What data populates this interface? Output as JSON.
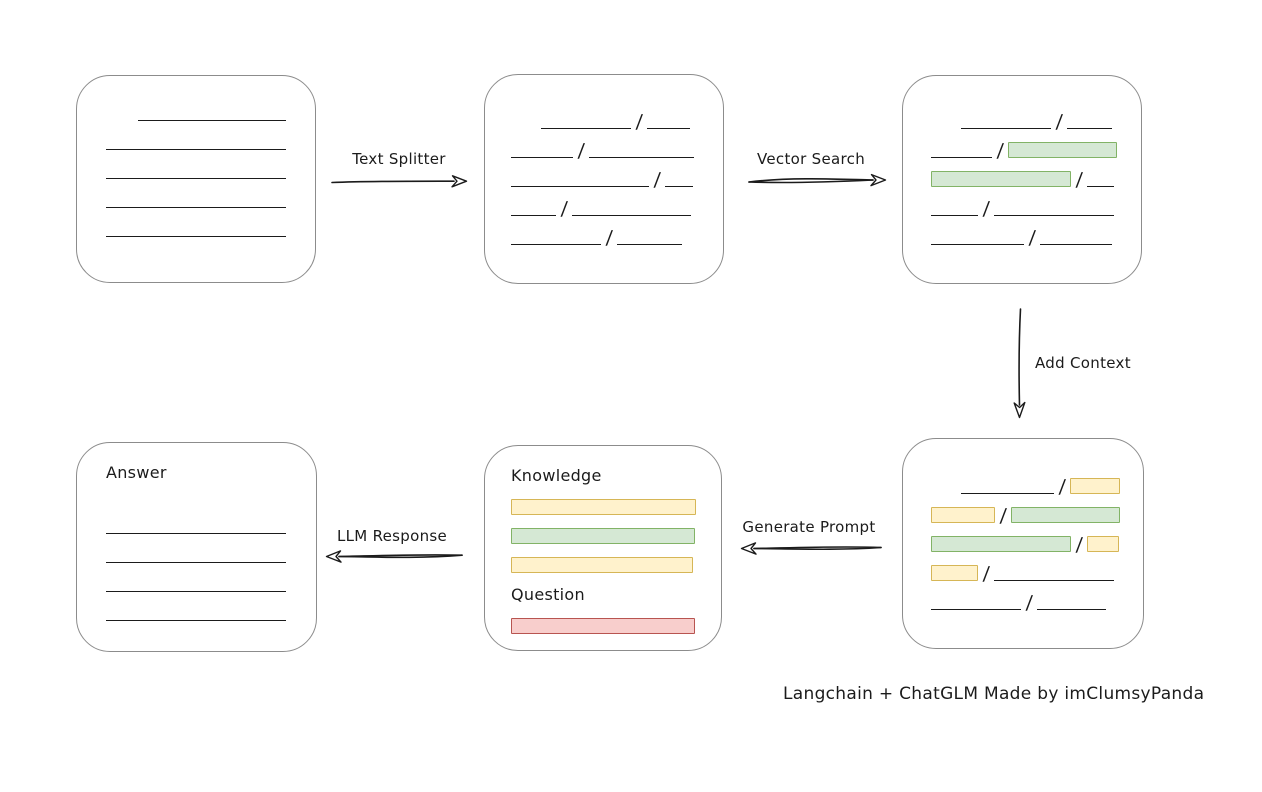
{
  "caption": "Langchain + ChatGLM Made by imClumsyPanda",
  "colors": {
    "green_fill": "#d5e8d4",
    "green_border": "#82b366",
    "yellow_fill": "#fff2cc",
    "yellow_border": "#d6b656",
    "red_fill": "#f8cecc",
    "red_border": "#b85450",
    "box_border": "#8c8c8c",
    "line": "#1b1b1b"
  },
  "arrows": {
    "text_splitter": "Text Splitter",
    "vector_search": "Vector Search",
    "add_context": "Add Context",
    "generate_prompt": "Generate Prompt",
    "llm_response": "LLM Response"
  },
  "boxes": {
    "document": {
      "rows": [
        [
          {
            "t": "indent",
            "w": 32
          },
          {
            "t": "line",
            "w": 148
          }
        ],
        [
          {
            "t": "line",
            "w": 180
          }
        ],
        [
          {
            "t": "line",
            "w": 180
          }
        ],
        [
          {
            "t": "line",
            "w": 180
          }
        ],
        [
          {
            "t": "line",
            "w": 180
          }
        ]
      ]
    },
    "split_text": {
      "rows": [
        [
          {
            "t": "indent",
            "w": 30
          },
          {
            "t": "line",
            "w": 90
          },
          {
            "t": "slash"
          },
          {
            "t": "line",
            "w": 43
          }
        ],
        [
          {
            "t": "line",
            "w": 62
          },
          {
            "t": "slash"
          },
          {
            "t": "line",
            "w": 105
          }
        ],
        [
          {
            "t": "line",
            "w": 138
          },
          {
            "t": "slash"
          },
          {
            "t": "line",
            "w": 28
          }
        ],
        [
          {
            "t": "line",
            "w": 45
          },
          {
            "t": "slash"
          },
          {
            "t": "line",
            "w": 119
          }
        ],
        [
          {
            "t": "line",
            "w": 90
          },
          {
            "t": "slash"
          },
          {
            "t": "line",
            "w": 65
          }
        ]
      ]
    },
    "vector_result": {
      "rows": [
        [
          {
            "t": "indent",
            "w": 30
          },
          {
            "t": "line",
            "w": 90
          },
          {
            "t": "slash"
          },
          {
            "t": "line",
            "w": 45
          }
        ],
        [
          {
            "t": "line",
            "w": 61
          },
          {
            "t": "slash"
          },
          {
            "t": "bar",
            "c": "green",
            "w": 107
          }
        ],
        [
          {
            "t": "bar",
            "c": "green",
            "w": 138
          },
          {
            "t": "slash"
          },
          {
            "t": "line",
            "w": 27
          }
        ],
        [
          {
            "t": "line",
            "w": 47
          },
          {
            "t": "slash"
          },
          {
            "t": "line",
            "w": 120
          }
        ],
        [
          {
            "t": "line",
            "w": 93
          },
          {
            "t": "slash"
          },
          {
            "t": "line",
            "w": 72
          }
        ]
      ]
    },
    "context": {
      "rows": [
        [
          {
            "t": "indent",
            "w": 30
          },
          {
            "t": "line",
            "w": 93
          },
          {
            "t": "slash"
          },
          {
            "t": "bar",
            "c": "yellow",
            "w": 48
          }
        ],
        [
          {
            "t": "bar",
            "c": "yellow",
            "w": 62
          },
          {
            "t": "slash"
          },
          {
            "t": "bar",
            "c": "green",
            "w": 107
          }
        ],
        [
          {
            "t": "bar",
            "c": "green",
            "w": 138
          },
          {
            "t": "slash"
          },
          {
            "t": "bar",
            "c": "yellow",
            "w": 30
          }
        ],
        [
          {
            "t": "bar",
            "c": "yellow",
            "w": 45
          },
          {
            "t": "slash"
          },
          {
            "t": "line",
            "w": 120
          }
        ],
        [
          {
            "t": "line",
            "w": 90
          },
          {
            "t": "slash"
          },
          {
            "t": "line",
            "w": 69
          }
        ]
      ]
    },
    "prompt": {
      "knowledge_label": "Knowledge",
      "question_label": "Question",
      "knowledge_rows": [
        [
          {
            "t": "bar",
            "c": "yellow",
            "w": 183
          }
        ],
        [
          {
            "t": "bar",
            "c": "green",
            "w": 182
          }
        ],
        [
          {
            "t": "bar",
            "c": "yellow",
            "w": 180
          }
        ]
      ],
      "question_rows": [
        [
          {
            "t": "bar",
            "c": "red",
            "w": 182
          }
        ]
      ]
    },
    "answer": {
      "label": "Answer",
      "rows": [
        [
          {
            "t": "line",
            "w": 180
          }
        ],
        [
          {
            "t": "line",
            "w": 180
          }
        ],
        [
          {
            "t": "line",
            "w": 180
          }
        ],
        [
          {
            "t": "line",
            "w": 180
          }
        ]
      ]
    }
  }
}
